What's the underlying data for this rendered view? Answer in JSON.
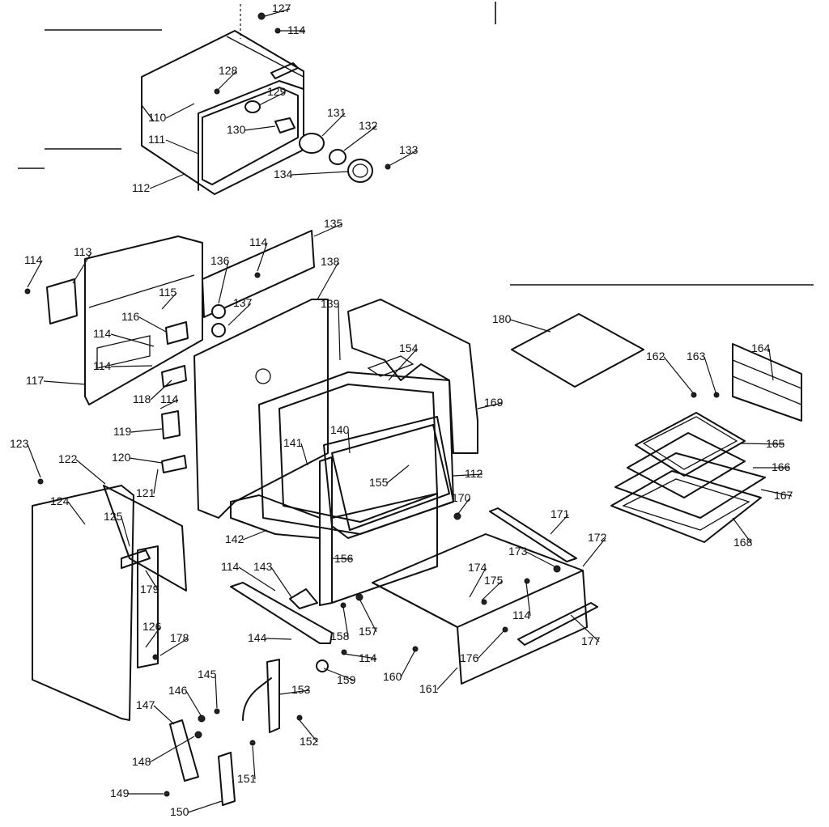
{
  "diagram": {
    "callouts": [
      {
        "id": "c127",
        "label": "127"
      },
      {
        "id": "c114a",
        "label": "114"
      },
      {
        "id": "c128",
        "label": "128"
      },
      {
        "id": "c129",
        "label": "129"
      },
      {
        "id": "c110",
        "label": "110"
      },
      {
        "id": "c130",
        "label": "130"
      },
      {
        "id": "c131",
        "label": "131"
      },
      {
        "id": "c132",
        "label": "132"
      },
      {
        "id": "c133",
        "label": "133"
      },
      {
        "id": "c111",
        "label": "111"
      },
      {
        "id": "c134",
        "label": "134"
      },
      {
        "id": "c112a",
        "label": "112"
      },
      {
        "id": "c135",
        "label": "135"
      },
      {
        "id": "c114b",
        "label": "114"
      },
      {
        "id": "c136",
        "label": "136"
      },
      {
        "id": "c138",
        "label": "138"
      },
      {
        "id": "c114c",
        "label": "114"
      },
      {
        "id": "c113",
        "label": "113"
      },
      {
        "id": "c115",
        "label": "115"
      },
      {
        "id": "c137",
        "label": "137"
      },
      {
        "id": "c139",
        "label": "139"
      },
      {
        "id": "c116",
        "label": "116"
      },
      {
        "id": "c114d",
        "label": "114"
      },
      {
        "id": "c114e",
        "label": "114"
      },
      {
        "id": "c117",
        "label": "117"
      },
      {
        "id": "c118",
        "label": "118"
      },
      {
        "id": "c114f",
        "label": "114"
      },
      {
        "id": "c119",
        "label": "119"
      },
      {
        "id": "c120",
        "label": "120"
      },
      {
        "id": "c121",
        "label": "121"
      },
      {
        "id": "c123",
        "label": "123"
      },
      {
        "id": "c122",
        "label": "122"
      },
      {
        "id": "c124",
        "label": "124"
      },
      {
        "id": "c125",
        "label": "125"
      },
      {
        "id": "c179",
        "label": "179"
      },
      {
        "id": "c126",
        "label": "126"
      },
      {
        "id": "c178",
        "label": "178"
      },
      {
        "id": "c180",
        "label": "180"
      },
      {
        "id": "c154",
        "label": "154"
      },
      {
        "id": "c169",
        "label": "169"
      },
      {
        "id": "c140",
        "label": "140"
      },
      {
        "id": "c141",
        "label": "141"
      },
      {
        "id": "c155",
        "label": "155"
      },
      {
        "id": "c112b",
        "label": "112"
      },
      {
        "id": "c170",
        "label": "170"
      },
      {
        "id": "c142",
        "label": "142"
      },
      {
        "id": "c162",
        "label": "162"
      },
      {
        "id": "c163",
        "label": "163"
      },
      {
        "id": "c164",
        "label": "164"
      },
      {
        "id": "c165",
        "label": "165"
      },
      {
        "id": "c166",
        "label": "166"
      },
      {
        "id": "c167",
        "label": "167"
      },
      {
        "id": "c168",
        "label": "168"
      },
      {
        "id": "c171",
        "label": "171"
      },
      {
        "id": "c172",
        "label": "172"
      },
      {
        "id": "c173",
        "label": "173"
      },
      {
        "id": "c174",
        "label": "174"
      },
      {
        "id": "c175",
        "label": "175"
      },
      {
        "id": "c114g",
        "label": "114"
      },
      {
        "id": "c114h",
        "label": "114"
      },
      {
        "id": "c143",
        "label": "143"
      },
      {
        "id": "c156",
        "label": "156"
      },
      {
        "id": "c158",
        "label": "158"
      },
      {
        "id": "c157",
        "label": "157"
      },
      {
        "id": "c144",
        "label": "144"
      },
      {
        "id": "c114i",
        "label": "114"
      },
      {
        "id": "c159",
        "label": "159"
      },
      {
        "id": "c160",
        "label": "160"
      },
      {
        "id": "c161",
        "label": "161"
      },
      {
        "id": "c176",
        "label": "176"
      },
      {
        "id": "c177",
        "label": "177"
      },
      {
        "id": "c145",
        "label": "145"
      },
      {
        "id": "c146",
        "label": "146"
      },
      {
        "id": "c147",
        "label": "147"
      },
      {
        "id": "c153",
        "label": "153"
      },
      {
        "id": "c148",
        "label": "148"
      },
      {
        "id": "c152",
        "label": "152"
      },
      {
        "id": "c151",
        "label": "151"
      },
      {
        "id": "c149",
        "label": "149"
      },
      {
        "id": "c150",
        "label": "150"
      }
    ]
  }
}
